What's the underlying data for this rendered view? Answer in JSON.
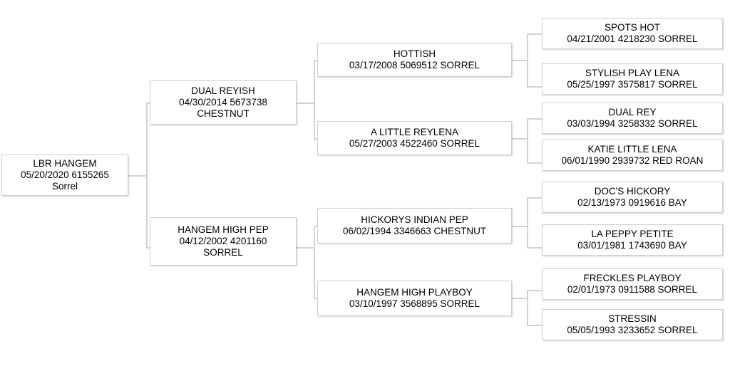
{
  "chart": {
    "type": "pedigree-tree",
    "title": "",
    "background_color": "#ffffff",
    "box_border_color": "#cfcfcf",
    "connector_color": "#d2d2d2",
    "text_color": "#000000"
  },
  "nodes": {
    "root": {
      "name": "LBR HANGEM",
      "details": "05/20/2020 6155265",
      "color": "Sorrel",
      "lines": [
        "LBR HANGEM",
        "05/20/2020 6155265",
        "Sorrel"
      ]
    },
    "gen2_sire": {
      "name": "DUAL REYISH",
      "details": "04/30/2014 5673738",
      "color": "CHESTNUT",
      "lines": [
        "DUAL REYISH",
        "04/30/2014 5673738",
        "CHESTNUT"
      ]
    },
    "gen2_dam": {
      "name": "HANGEM HIGH PEP",
      "details": "04/12/2002 4201160",
      "color": "SORREL",
      "lines": [
        "HANGEM HIGH PEP",
        "04/12/2002 4201160",
        "SORREL"
      ]
    },
    "gen3_a": {
      "name": "HOTTISH",
      "details": "03/17/2008 5069512 SORREL",
      "lines": [
        "HOTTISH",
        "03/17/2008 5069512 SORREL"
      ]
    },
    "gen3_b": {
      "name": "A LITTLE REYLENA",
      "details": "05/27/2003 4522460 SORREL",
      "lines": [
        "A LITTLE REYLENA",
        "05/27/2003 4522460 SORREL"
      ]
    },
    "gen3_c": {
      "name": "HICKORYS INDIAN PEP",
      "details": "06/02/1994 3346663 CHESTNUT",
      "lines": [
        "HICKORYS INDIAN PEP",
        "06/02/1994 3346663 CHESTNUT"
      ]
    },
    "gen3_d": {
      "name": "HANGEM HIGH PLAYBOY",
      "details": "03/10/1997 3568895 SORREL",
      "lines": [
        "HANGEM HIGH PLAYBOY",
        "03/10/1997 3568895 SORREL"
      ]
    },
    "gen4_1": {
      "name": "SPOTS HOT",
      "details": "04/21/2001 4218230 SORREL",
      "lines": [
        "SPOTS HOT",
        "04/21/2001 4218230 SORREL"
      ]
    },
    "gen4_2": {
      "name": "STYLISH PLAY LENA",
      "details": "05/25/1997 3575817 SORREL",
      "lines": [
        "STYLISH PLAY LENA",
        "05/25/1997 3575817 SORREL"
      ]
    },
    "gen4_3": {
      "name": "DUAL REY",
      "details": "03/03/1994 3258332 SORREL",
      "lines": [
        "DUAL REY",
        "03/03/1994 3258332 SORREL"
      ]
    },
    "gen4_4": {
      "name": "KATIE LITTLE LENA",
      "details": "06/01/1990 2939732 RED ROAN",
      "lines": [
        "KATIE LITTLE LENA",
        "06/01/1990 2939732 RED ROAN"
      ]
    },
    "gen4_5": {
      "name": "DOC'S HICKORY",
      "details": "02/13/1973 0919616 BAY",
      "lines": [
        "DOC'S HICKORY",
        "02/13/1973 0919616 BAY"
      ]
    },
    "gen4_6": {
      "name": "LA PEPPY PETITE",
      "details": "03/01/1981 1743690 BAY",
      "lines": [
        "LA PEPPY PETITE",
        "03/01/1981 1743690 BAY"
      ]
    },
    "gen4_7": {
      "name": "FRECKLES PLAYBOY",
      "details": "02/01/1973 0911588 SORREL",
      "lines": [
        "FRECKLES PLAYBOY",
        "02/01/1973 0911588 SORREL"
      ]
    },
    "gen4_8": {
      "name": "STRESSIN",
      "details": "05/05/1993 3233652 SORREL",
      "lines": [
        "STRESSIN",
        "05/05/1993 3233652 SORREL"
      ]
    }
  }
}
